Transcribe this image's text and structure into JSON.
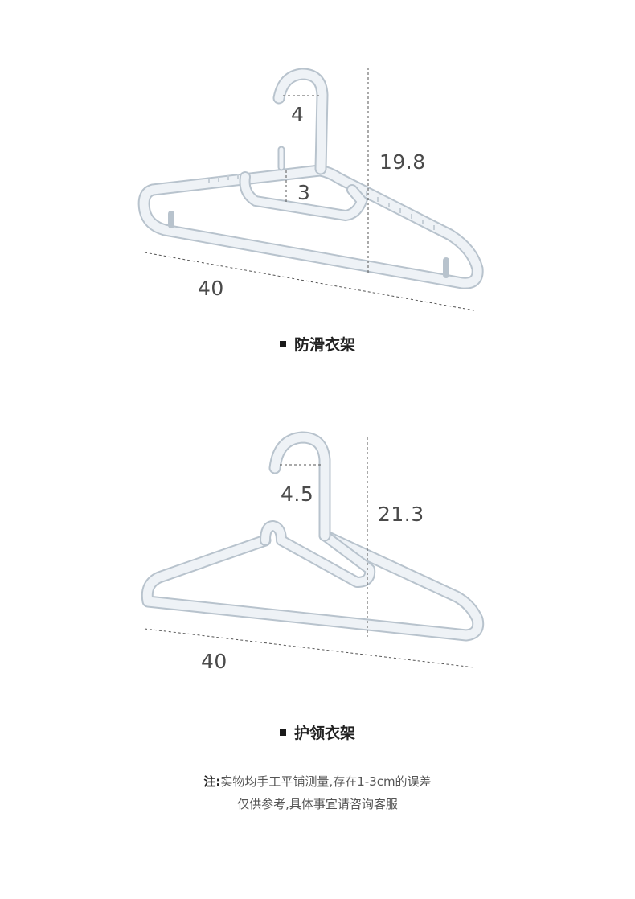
{
  "colors": {
    "hanger_fill": "#eef2f6",
    "hanger_stroke": "#b8c3cd",
    "dash": "#555555"
  },
  "hanger1": {
    "icon": "anti-slip-hanger-icon",
    "hook_width": "4",
    "collar_depth": "3",
    "height": "19.8",
    "width": "40",
    "caption": "防滑衣架"
  },
  "hanger2": {
    "icon": "collar-protect-hanger-icon",
    "hook_width": "4.5",
    "height": "21.3",
    "width": "40",
    "caption": "护领衣架"
  },
  "note": {
    "lead": "注:",
    "line1": "实物均手工平铺测量,存在1-3cm的误差",
    "line2": "仅供参考,具体事宜请咨询客服"
  }
}
